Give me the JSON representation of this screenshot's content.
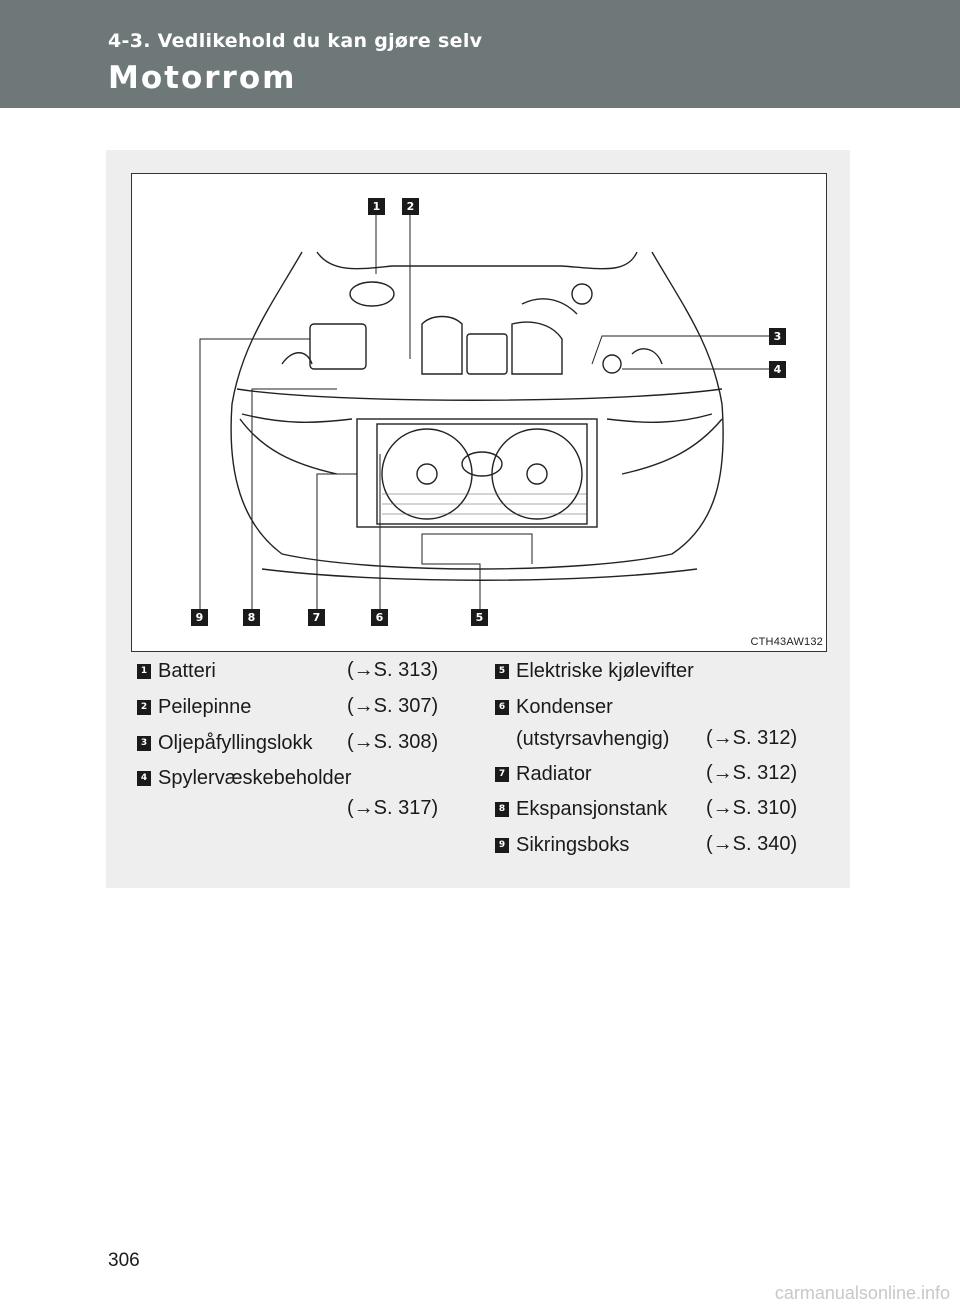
{
  "header": {
    "section_label": "4-3. Vedlikehold du kan gjøre selv",
    "title": "Motorrom"
  },
  "figure": {
    "code": "CTH43AW132",
    "callouts": [
      "1",
      "2",
      "3",
      "4",
      "5",
      "6",
      "7",
      "8",
      "9"
    ]
  },
  "legend": {
    "left": [
      {
        "num": "1",
        "label": "Batteri",
        "ref": "(→S. 313)"
      },
      {
        "num": "2",
        "label": "Peilepinne",
        "ref": "(→S. 307)"
      },
      {
        "num": "3",
        "label": "Oljepåfyllingslokk",
        "ref": "(→S. 308)"
      },
      {
        "num": "4",
        "label": "Spylervæskebeholder",
        "ref": "(→S. 317)"
      }
    ],
    "right": [
      {
        "num": "5",
        "label": "Elektriske kjølevifter",
        "ref": ""
      },
      {
        "num": "6",
        "label": "Kondenser",
        "label2": "(utstyrsavhengig)",
        "ref": "(→S. 312)"
      },
      {
        "num": "7",
        "label": "Radiator",
        "ref": "(→S. 312)"
      },
      {
        "num": "8",
        "label": "Ekspansjonstank",
        "ref": "(→S. 310)"
      },
      {
        "num": "9",
        "label": "Sikringsboks",
        "ref": "(→S. 340)"
      }
    ]
  },
  "page_number": "306",
  "watermark": "carmanualsonline.info"
}
